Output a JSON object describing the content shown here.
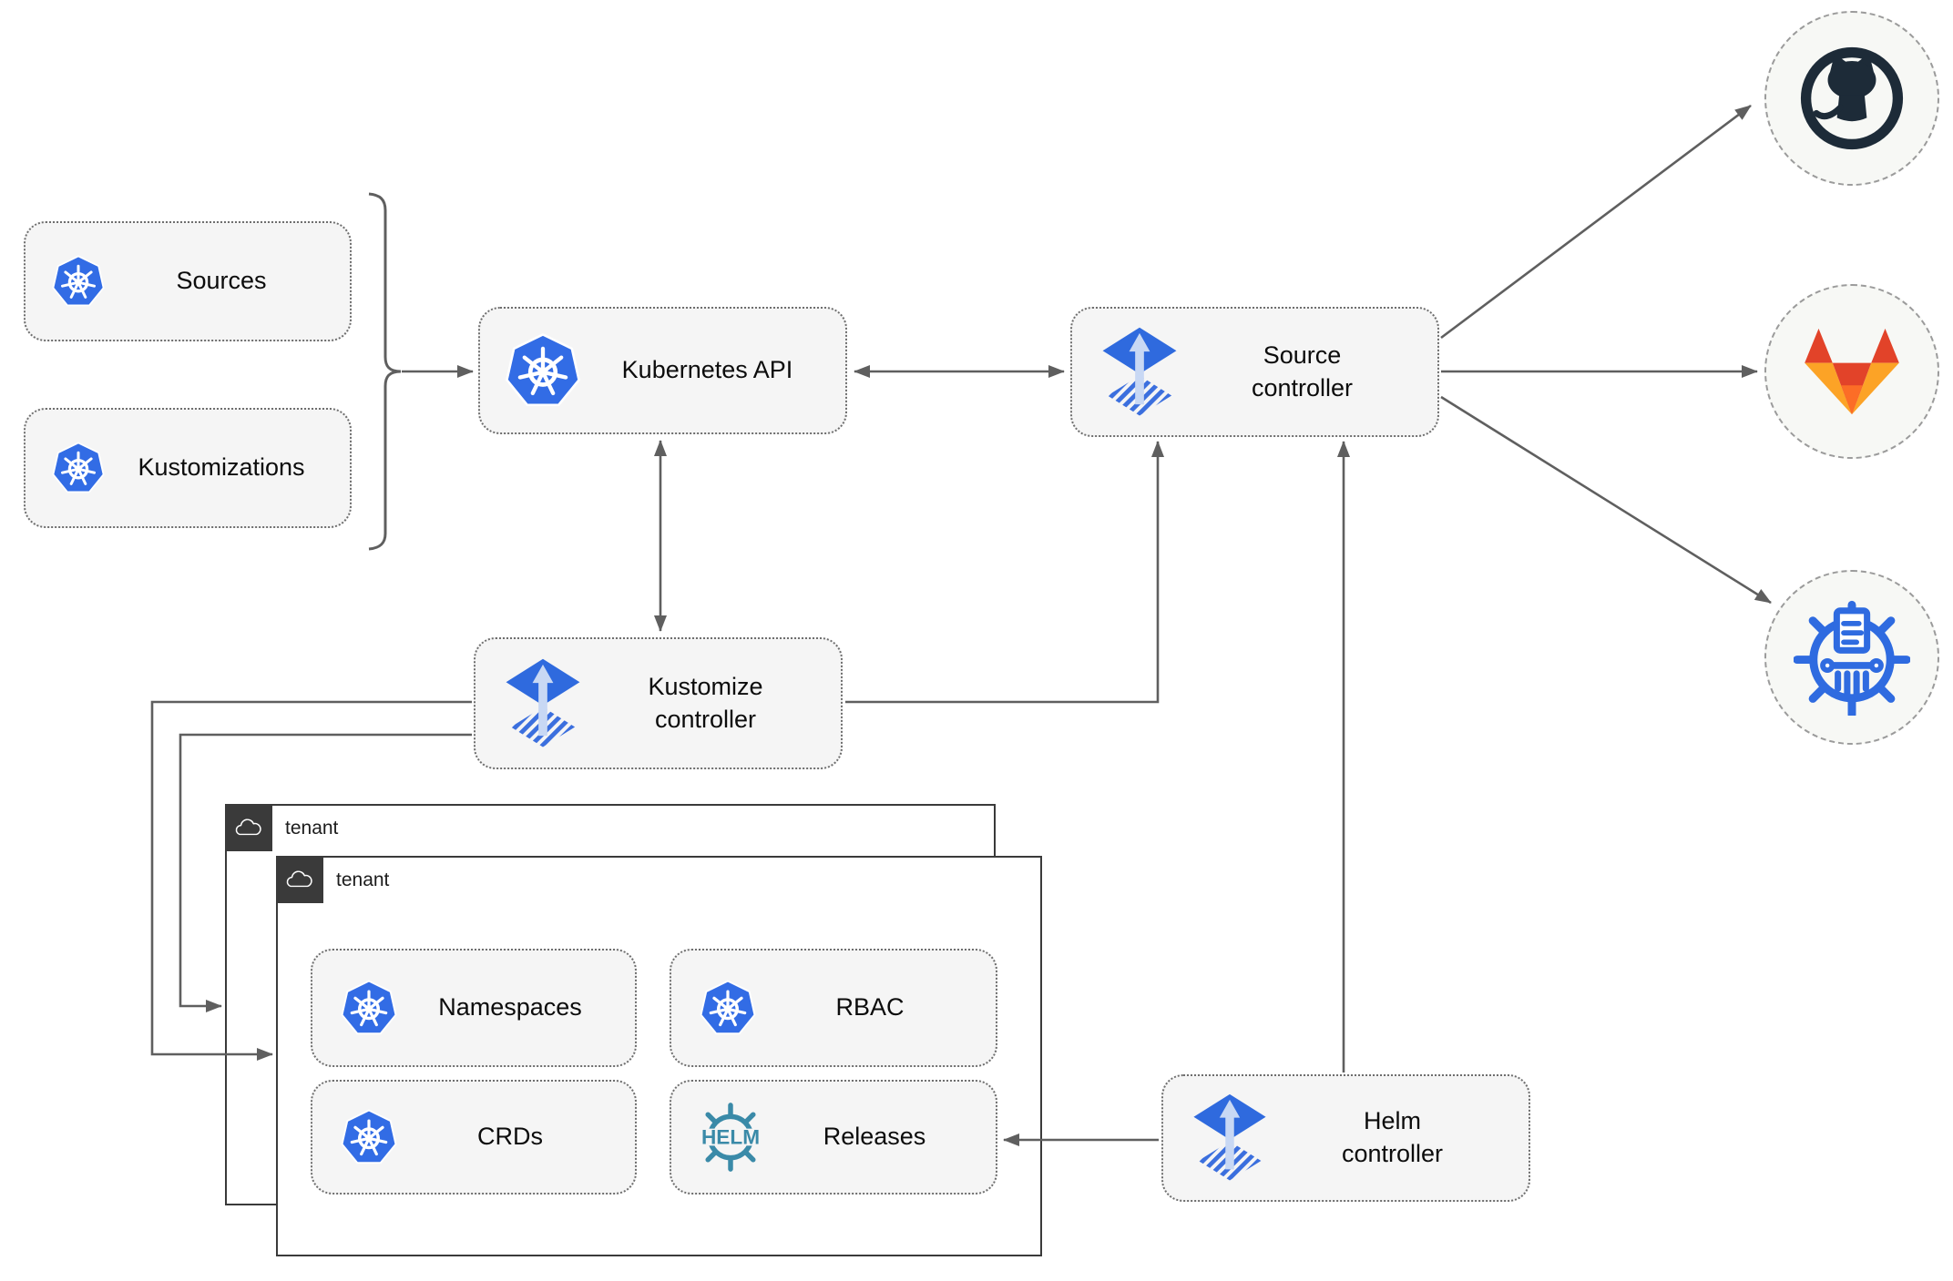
{
  "nodes": {
    "sources": {
      "label": "Sources",
      "icon": "kubernetes-icon"
    },
    "kustomizations": {
      "label": "Kustomizations",
      "icon": "kubernetes-icon"
    },
    "kubernetes_api": {
      "label": "Kubernetes API",
      "icon": "kubernetes-icon"
    },
    "source_controller": {
      "label": "Source\ncontroller",
      "icon": "flux-icon"
    },
    "kustomize_controller": {
      "label": "Kustomize\ncontroller",
      "icon": "flux-icon"
    },
    "helm_controller": {
      "label": "Helm\ncontroller",
      "icon": "flux-icon"
    },
    "namespaces": {
      "label": "Namespaces",
      "icon": "kubernetes-icon"
    },
    "rbac": {
      "label": "RBAC",
      "icon": "kubernetes-icon"
    },
    "crds": {
      "label": "CRDs",
      "icon": "kubernetes-icon"
    },
    "releases": {
      "label": "Releases",
      "icon": "helm-icon"
    }
  },
  "tenants": {
    "back": {
      "label": "tenant",
      "icon": "cloud-icon"
    },
    "front": {
      "label": "tenant",
      "icon": "cloud-icon"
    }
  },
  "endpoints": {
    "github": {
      "icon": "github-icon"
    },
    "gitlab": {
      "icon": "gitlab-icon"
    },
    "chartmuseum": {
      "icon": "chartmuseum-icon"
    }
  },
  "connections": [
    {
      "from": "sources-and-kustomizations",
      "to": "kubernetes-api",
      "style": "arrow"
    },
    {
      "from": "kubernetes-api",
      "to": "source-controller",
      "style": "double-arrow"
    },
    {
      "from": "kubernetes-api",
      "to": "kustomize-controller",
      "style": "double-arrow"
    },
    {
      "from": "kustomize-controller",
      "to": "source-controller",
      "style": "arrow"
    },
    {
      "from": "kustomize-controller",
      "to": "tenant-front",
      "style": "arrow"
    },
    {
      "from": "kustomize-controller",
      "to": "tenant-back",
      "style": "arrow"
    },
    {
      "from": "helm-controller",
      "to": "source-controller",
      "style": "arrow"
    },
    {
      "from": "helm-controller",
      "to": "releases",
      "style": "arrow"
    },
    {
      "from": "source-controller",
      "to": "github",
      "style": "arrow"
    },
    {
      "from": "source-controller",
      "to": "gitlab",
      "style": "arrow"
    },
    {
      "from": "source-controller",
      "to": "chartmuseum",
      "style": "arrow"
    }
  ],
  "colors": {
    "box_fill": "#f5f5f5",
    "box_border": "#6e6e6e",
    "line": "#5f5f5f",
    "tenant_border": "#3a3a3a",
    "kubernetes_blue": "#326ce5",
    "flux_blue": "#2f6ade",
    "flux_light_arrow": "#c8d8f4",
    "helm_teal": "#3a8aa8",
    "github_dark": "#1d2b38",
    "gitlab_red_orange": "#e24329",
    "gitlab_orange": "#fc6d26",
    "gitlab_light_orange": "#fca326",
    "chartmuseum_blue": "#2f6be0"
  }
}
